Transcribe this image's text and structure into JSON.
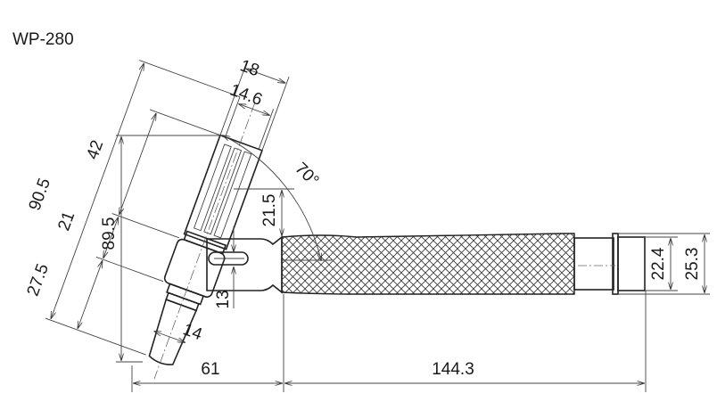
{
  "title": "WP-280",
  "dimensions": {
    "width_outer": "18",
    "width_inner": "14.6",
    "angle": "70°",
    "len_42": "42",
    "len_90_5": "90.5",
    "len_21": "21",
    "len_27_5": "27.5",
    "height_89_5": "89.5",
    "height_21_5": "21.5",
    "height_13": "13",
    "dia_14": "14",
    "dia_22_4": "22.4",
    "dia_25_3": "25.3",
    "len_61": "61",
    "len_144_3": "144.3"
  }
}
